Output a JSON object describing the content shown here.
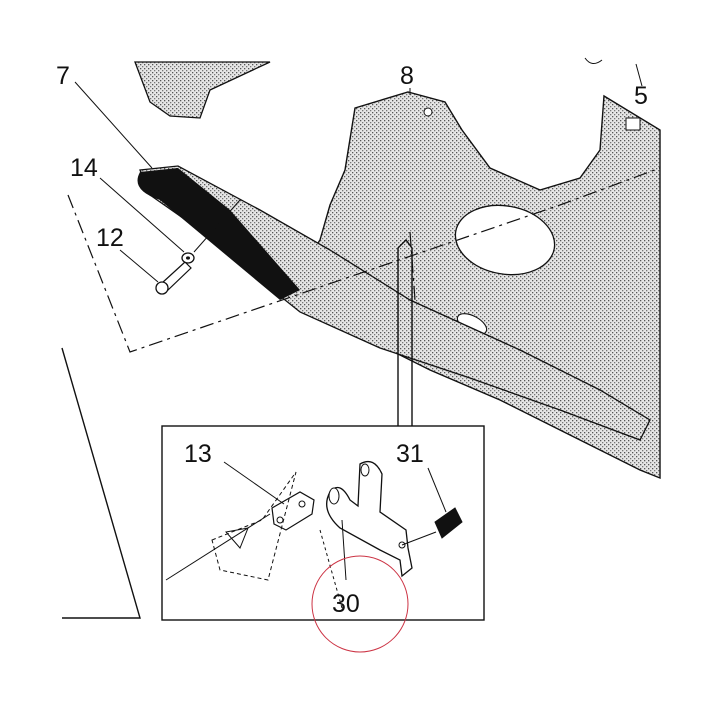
{
  "diagram": {
    "callouts": [
      {
        "id": "c7",
        "label": "7"
      },
      {
        "id": "c8",
        "label": "8"
      },
      {
        "id": "c5",
        "label": "5"
      },
      {
        "id": "c14",
        "label": "14"
      },
      {
        "id": "c12",
        "label": "12"
      },
      {
        "id": "c13",
        "label": "13"
      },
      {
        "id": "c31",
        "label": "31"
      },
      {
        "id": "c30",
        "label": "30"
      }
    ],
    "highlight_color": "#cc3344"
  }
}
